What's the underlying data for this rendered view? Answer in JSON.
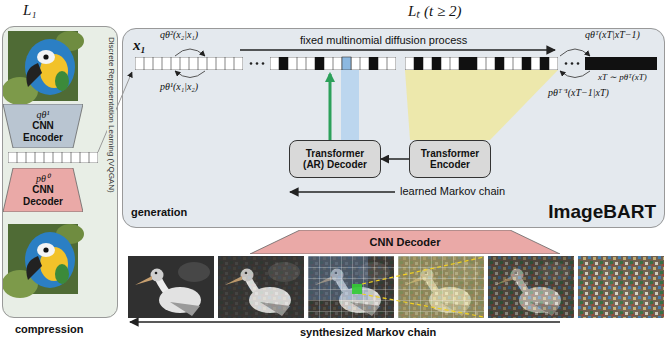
{
  "diagram": {
    "nodes": [
      {
        "text": [
          "L₁",
          "Discrete Representation Learning (VQGAN)",
          "compression"
        ]
      },
      {
        "text": [
          "qθ¹",
          "CNN Encoder"
        ],
        "in": 0
      },
      {
        "text": [
          "pθ⁰",
          "CNN Decoder"
        ],
        "in": 0
      },
      {
        "text": [
          "Lₜ (t ≥ 2)",
          "generation",
          "ImageBART"
        ]
      },
      {
        "text": [
          "Transformer (AR) Decoder"
        ],
        "in": 3
      },
      {
        "text": [
          "Transformer Encoder"
        ],
        "in": 3
      },
      {
        "text": [
          "CNN Decoder"
        ]
      }
    ],
    "edges": [
      {
        "from": 5,
        "to": 4,
        "arrow": "to"
      }
    ],
    "labels": [
      "x₁",
      "qθ²(x₂|x₁)",
      "pθ¹(x₁|x₂)",
      "fixed multinomial diffusion process",
      "qθᵀ(xT|xT−1)",
      "pθᵀ⁻¹(xT−1|xT)",
      "xT ∼ pθᵀ(xT)",
      "learned Markov chain",
      "synthesized Markov chain"
    ]
  }
}
